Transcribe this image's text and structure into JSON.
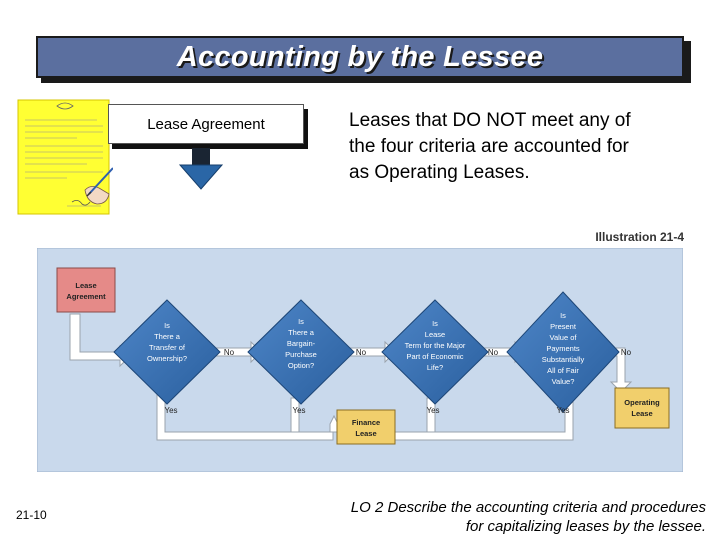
{
  "slide": {
    "title": "Accounting by the Lessee",
    "lease_box_label": "Lease Agreement",
    "main_text": "Leases that DO NOT meet any of the four criteria are accounted for as Operating Leases.",
    "illustration_ref": "Illustration 21-4",
    "page_number": "21-10",
    "footer_line1": "LO 2  Describe the accounting criteria and procedures",
    "footer_line2": "for capitalizing leases by the lessee."
  },
  "flowchart": {
    "start": [
      "Lease",
      "Agreement"
    ],
    "q1": [
      "Is",
      "There a",
      "Transfer of",
      "Ownership?"
    ],
    "q2": [
      "Is",
      "There a",
      "Bargain-",
      "Purchase",
      "Option?"
    ],
    "q3": [
      "Is",
      "Lease",
      "Term for the Major",
      "Part of Economic",
      "Life?"
    ],
    "q4": [
      "Is",
      "Present",
      "Value of",
      "Payments",
      "Substantially",
      "All of Fair",
      "Value?"
    ],
    "finance": [
      "Finance",
      "Lease"
    ],
    "operating": [
      "Operating",
      "Lease"
    ],
    "no_label": "No",
    "yes_label": "Yes"
  },
  "colors": {
    "title_bar": "#5b6f9f",
    "flow_bg": "#c9d9ec",
    "diamond_fill": "#3a72b5",
    "start_fill": "#e58a88",
    "result_fill": "#f1cf6c",
    "arrow_blue": "#2a66a6"
  }
}
